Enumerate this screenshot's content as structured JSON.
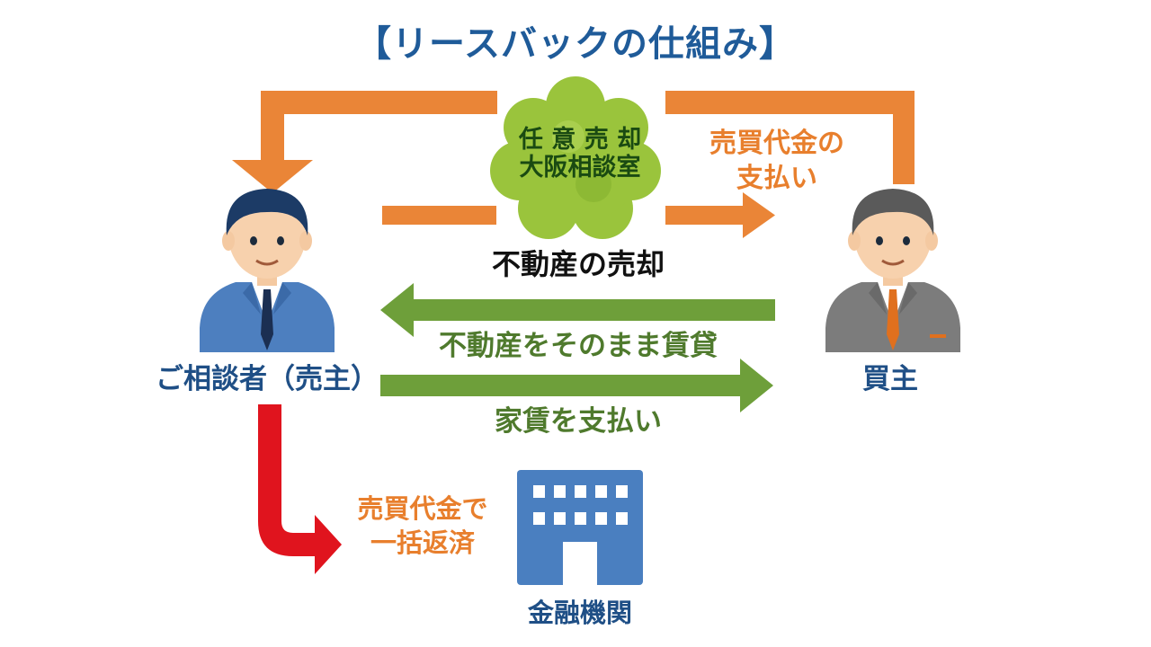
{
  "title": "【リースバックの仕組み】",
  "agency": {
    "line1": "任 意 売 却",
    "line2": "大阪相談室"
  },
  "payment": {
    "line1": "売買代金の",
    "line2": "支払い"
  },
  "sale": "不動産の売却",
  "lease": "不動産をそのまま賃貸",
  "rent": "家賃を支払い",
  "seller": "ご相談者（売主）",
  "buyer": "買主",
  "repayment": {
    "line1": "売買代金で",
    "line2": "一括返済"
  },
  "bank": "金融機関",
  "colors": {
    "title": "#1f5b99",
    "orange_arrow": "#ea8537",
    "green_arrow": "#6e9f3a",
    "red_arrow": "#e0141e",
    "cloud": "#9ac43c",
    "building": "#4a7fc0",
    "seller_suit": "#4d7fbf",
    "buyer_suit": "#7c7c7c"
  },
  "icons": {
    "seller": "businessman-seller-icon",
    "buyer": "businessman-buyer-icon",
    "cloud": "clover-cloud-icon",
    "bank": "office-building-icon"
  }
}
